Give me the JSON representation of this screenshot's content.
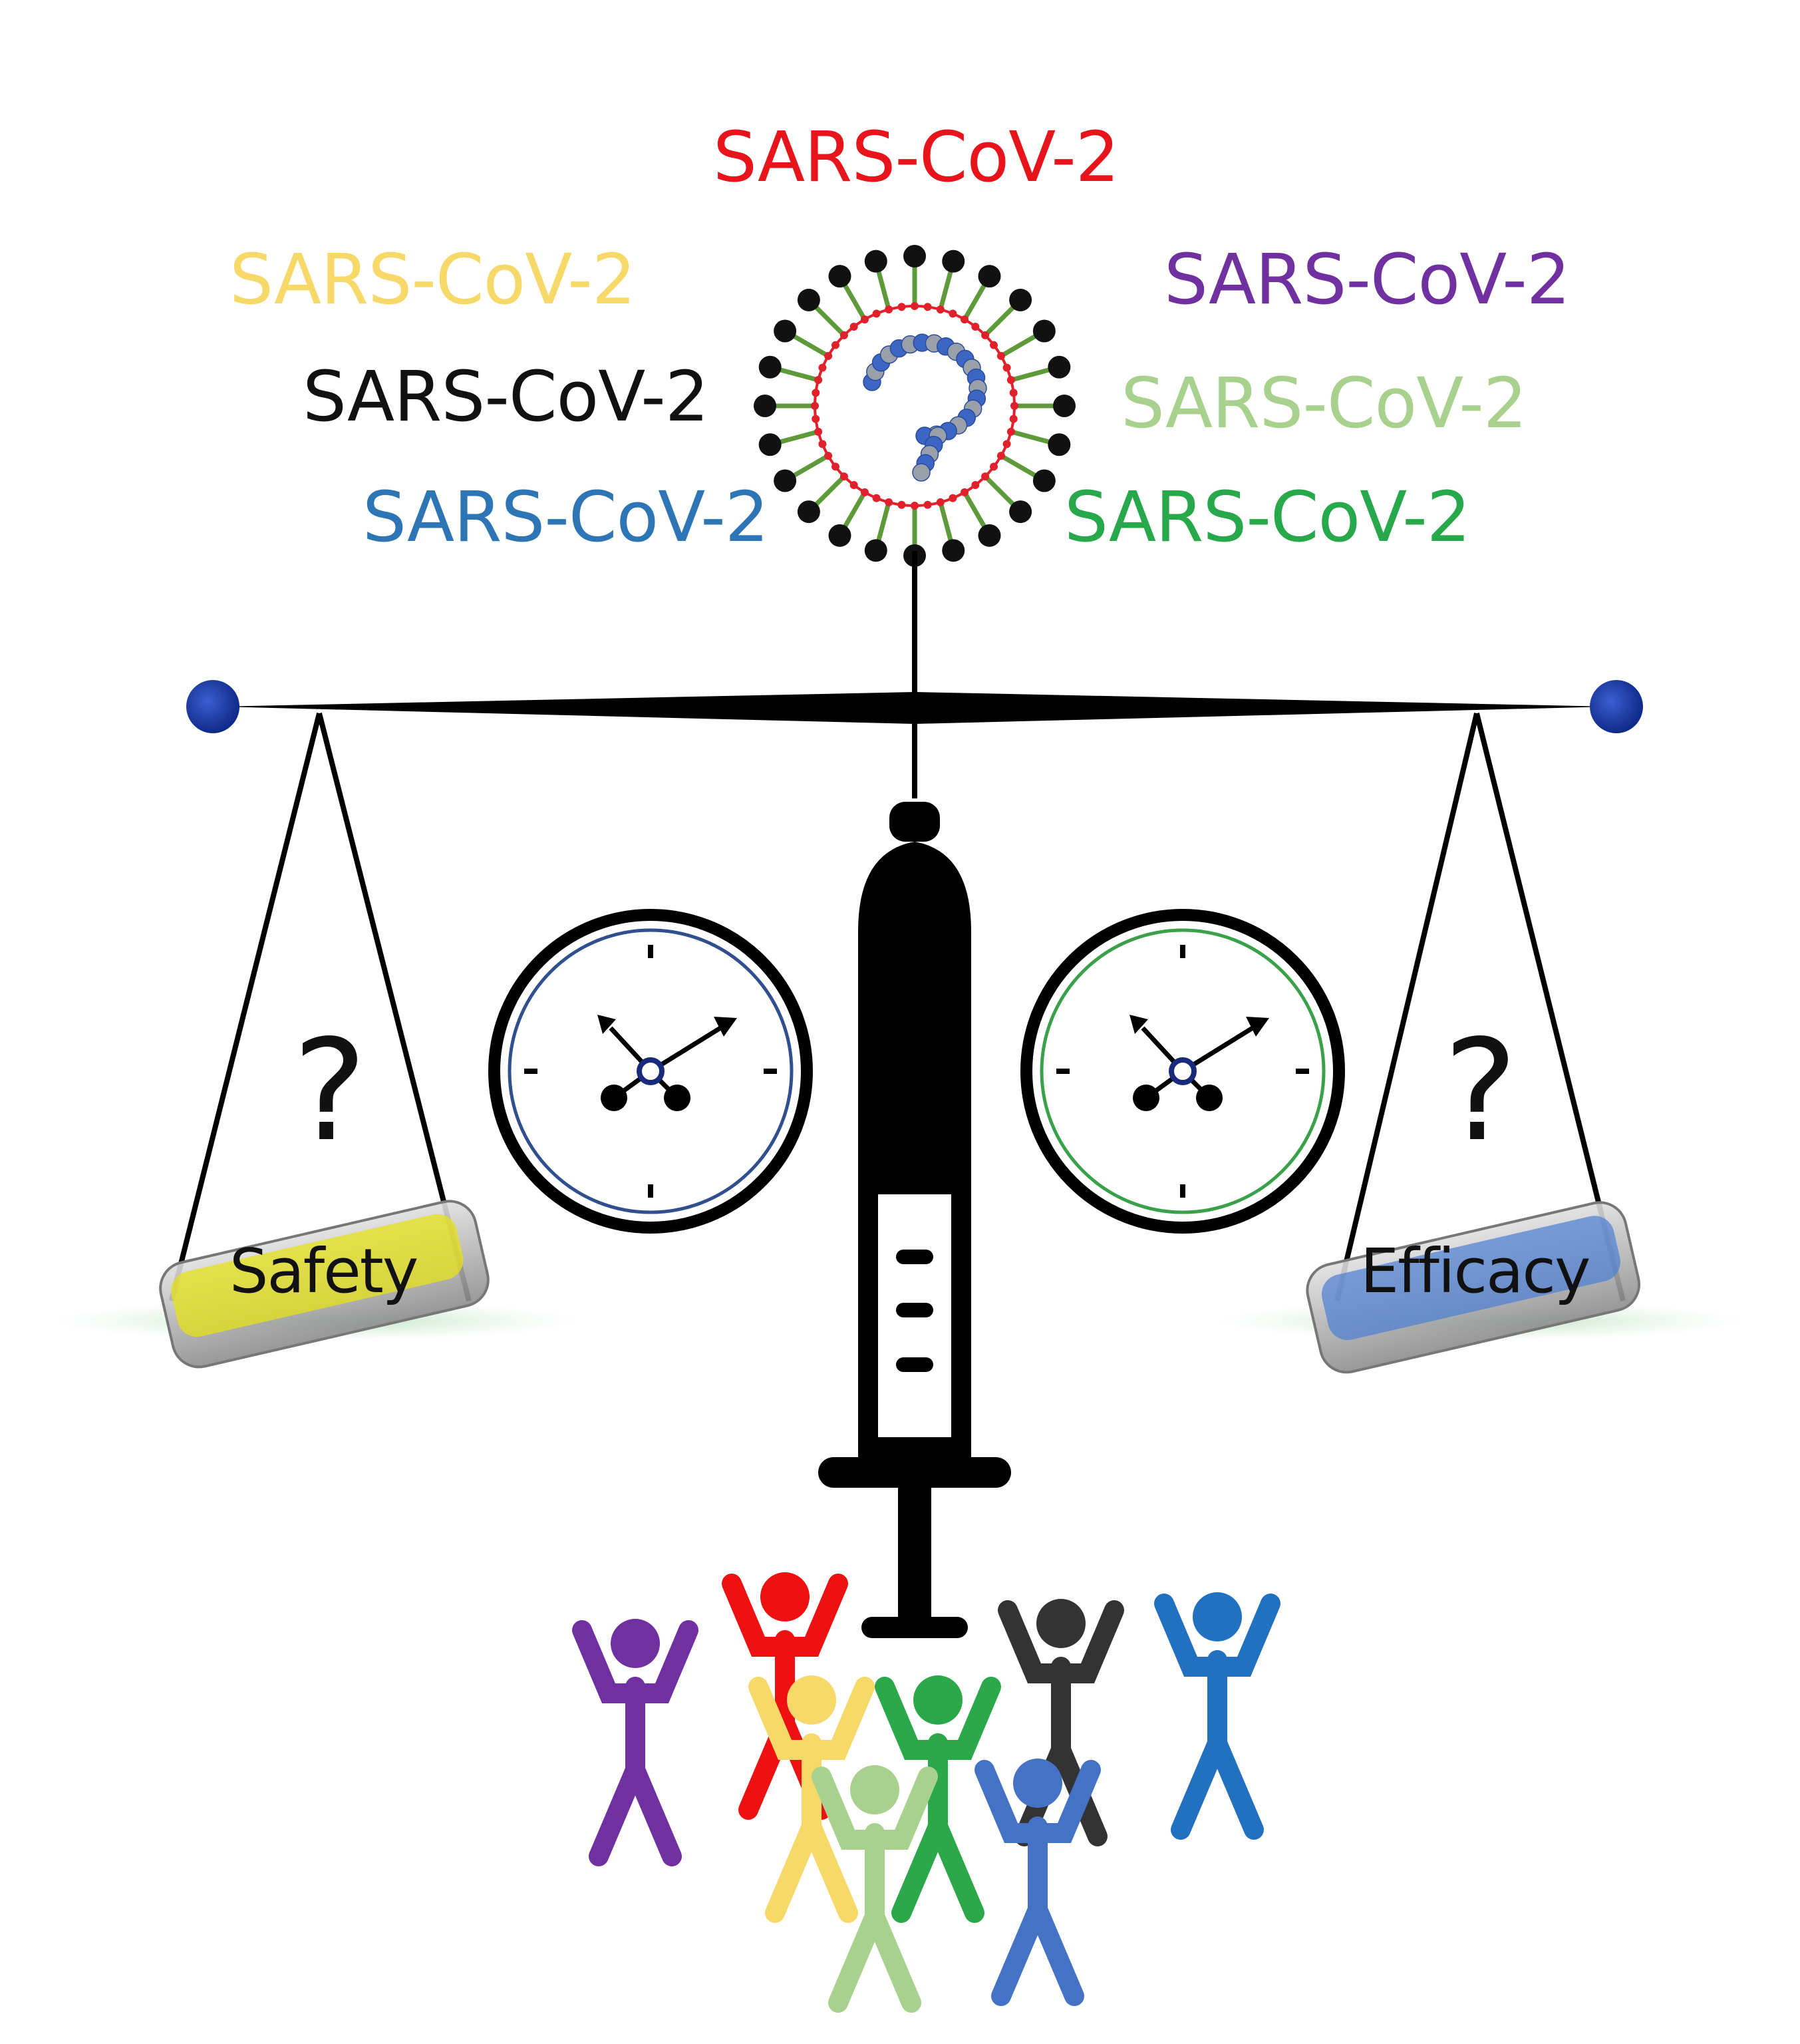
{
  "virus_labels": [
    {
      "text": "SARS-CoV-2",
      "color": "#e8141b"
    },
    {
      "text": "SARS-CoV-2",
      "color": "#f7d96a"
    },
    {
      "text": "SARS-CoV-2",
      "color": "#7030a0"
    },
    {
      "text": "SARS-CoV-2",
      "color": "#111111"
    },
    {
      "text": "SARS-CoV-2",
      "color": "#a9d18e"
    },
    {
      "text": "SARS-CoV-2",
      "color": "#2e75b6"
    },
    {
      "text": "SARS-CoV-2",
      "color": "#27a84a"
    }
  ],
  "scale": {
    "left_pan": {
      "label": "Safety",
      "symbol": "?",
      "clock_ring_color": "#2f4f8f",
      "block_color": "yellow"
    },
    "right_pan": {
      "label": "Efficacy",
      "symbol": "?",
      "clock_ring_color": "#3aa04a",
      "block_color": "blue"
    }
  },
  "people_colors": [
    "#7030a0",
    "#ee1111",
    "#333333",
    "#2270c0",
    "#f7d96a",
    "#2aa84a",
    "#a9d18e",
    "#4472c4"
  ],
  "icons": [
    "virus-icon",
    "balance-scale-icon",
    "syringe-icon",
    "clock-icon",
    "people-icon"
  ]
}
